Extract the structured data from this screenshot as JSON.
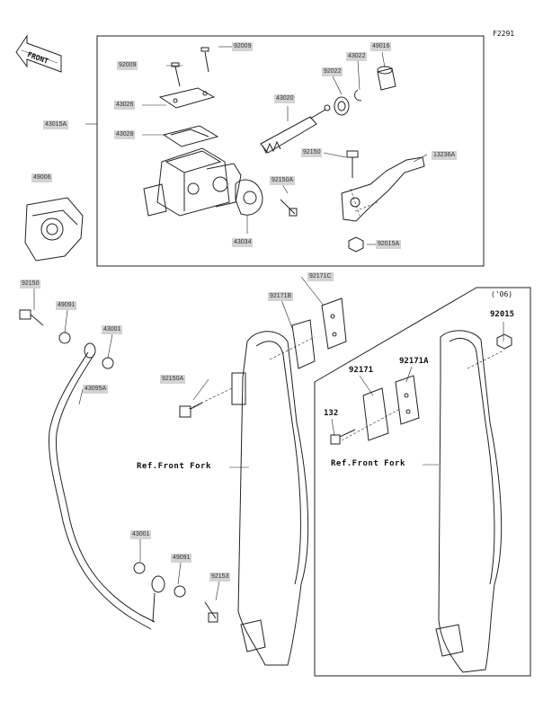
{
  "diagram_code": "F2291",
  "front_arrow_text": "FRONT",
  "labels": {
    "p92009a": "92009",
    "p92009b": "92009",
    "p43022": "43022",
    "p49016": "49016",
    "p92022": "92022",
    "p43026": "43026",
    "p43020": "43020",
    "p43015A": "43015A",
    "p43028": "43028",
    "p92150": "92150",
    "p13236A": "13236A",
    "p92150A_top": "92150A",
    "p49006": "49006",
    "p43034": "43034",
    "p92015A": "92015A",
    "p92171C": "92171C",
    "p92171B": "92171B",
    "p92150b": "92150",
    "p49091a": "49091",
    "p49091b": "49091",
    "p43001a": "43001",
    "p43001b": "43001",
    "p43095A": "43095A",
    "p92150A_mid": "92150A",
    "p92153": "92153",
    "b92015": "92015",
    "b92171": "92171",
    "b92171A": "92171A",
    "b132": "132"
  },
  "ref_left": "Ref.Front Fork",
  "ref_right": "Ref.Front Fork",
  "variant_note": "('06)"
}
